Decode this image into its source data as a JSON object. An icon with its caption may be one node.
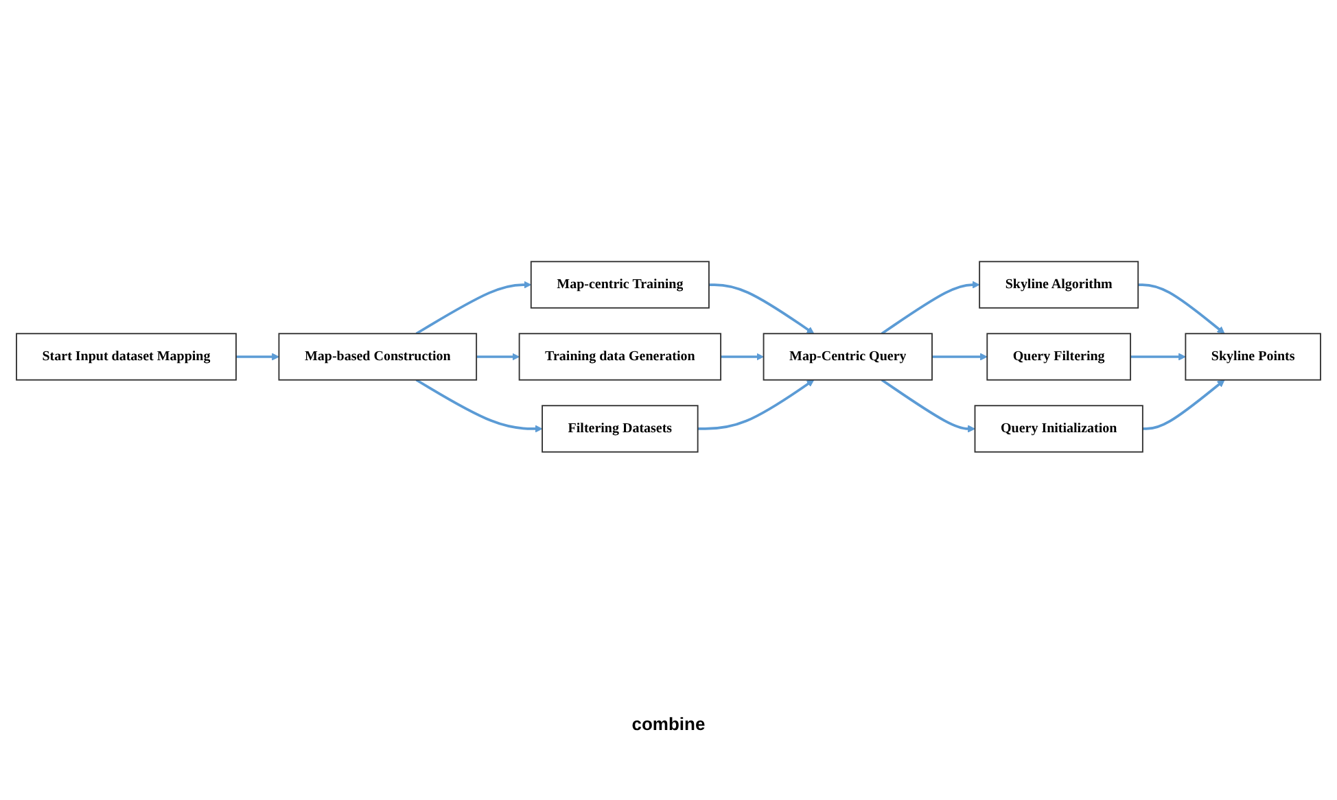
{
  "diagram": {
    "nodes": [
      {
        "text": [
          "Start Input dataset Mapping"
        ]
      },
      {
        "text": [
          "Map-based Construction"
        ]
      },
      {
        "text": [
          "Map-centric Training"
        ]
      },
      {
        "text": [
          "Training data Generation"
        ]
      },
      {
        "text": [
          "Filtering Datasets"
        ]
      },
      {
        "text": [
          "Map-Centric Query"
        ]
      },
      {
        "text": [
          "Skyline Algorithm"
        ]
      },
      {
        "text": [
          "Query Filtering"
        ]
      },
      {
        "text": [
          "Query Initialization"
        ]
      },
      {
        "text": [
          "Skyline Points"
        ]
      }
    ],
    "edges": [
      {
        "from": 0,
        "to": 1,
        "arrow": "to"
      },
      {
        "from": 1,
        "to": 2,
        "arrow": "to"
      },
      {
        "from": 1,
        "to": 3,
        "arrow": "to"
      },
      {
        "from": 1,
        "to": 4,
        "arrow": "to"
      },
      {
        "from": 2,
        "to": 5,
        "arrow": "to"
      },
      {
        "from": 3,
        "to": 5,
        "arrow": "to"
      },
      {
        "from": 4,
        "to": 5,
        "arrow": "to"
      },
      {
        "from": 5,
        "to": 6,
        "arrow": "to"
      },
      {
        "from": 5,
        "to": 7,
        "arrow": "to"
      },
      {
        "from": 5,
        "to": 8,
        "arrow": "to"
      },
      {
        "from": 6,
        "to": 9,
        "arrow": "to"
      },
      {
        "from": 7,
        "to": 9,
        "arrow": "to"
      },
      {
        "from": 8,
        "to": 9,
        "arrow": "to"
      }
    ],
    "labels": [
      "combine"
    ]
  }
}
